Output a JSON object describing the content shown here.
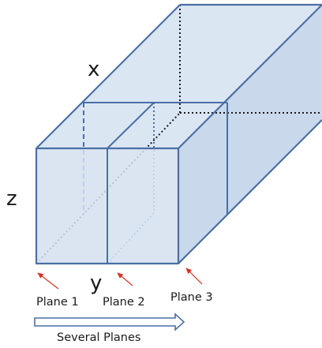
{
  "diagram": {
    "axis_labels": {
      "x": "x",
      "y": "y",
      "z": "z"
    },
    "planes": [
      {
        "label": "Plane 1"
      },
      {
        "label": "Plane 2"
      },
      {
        "label": "Plane 3"
      }
    ],
    "arrow_label": "Several Planes",
    "colors": {
      "box_edge": "#4a6fa5",
      "face_front": "#d5e1f0",
      "face_top": "#dbe6f3",
      "face_side": "#c9d8eb",
      "hidden_edge": "#1a1a1a",
      "pointer_arrow": "#d93025"
    }
  }
}
